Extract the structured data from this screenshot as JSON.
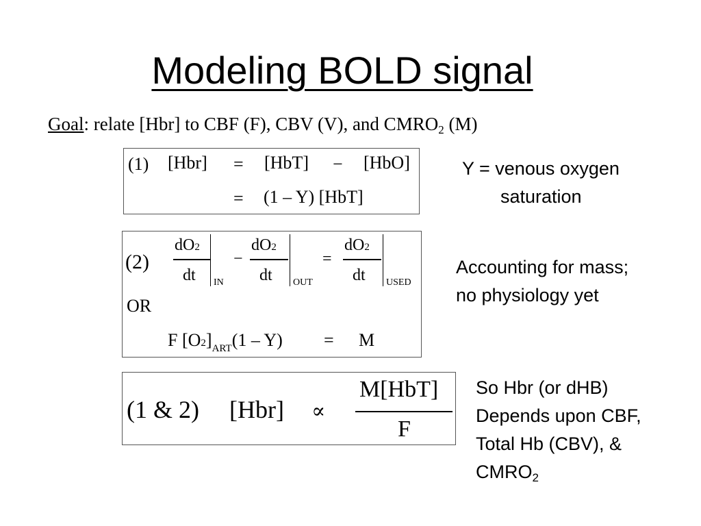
{
  "slide": {
    "title": "Modeling BOLD signal",
    "goal": {
      "label": "Goal",
      "text": ":  relate [Hbr] to CBF (F), CBV (V), and CMRO",
      "sub": "2",
      "tail": " (M)"
    },
    "eq1": {
      "number": "(1)",
      "row1": {
        "lhs": "[Hbr]",
        "eq": "=",
        "a": "[HbT]",
        "minus": "−",
        "b": "[HbO]"
      },
      "row2": {
        "eq": "=",
        "rhs": "(1 – Y) [HbT]"
      }
    },
    "eq2": {
      "number": "(2)",
      "num": "dO",
      "num_sub": "2",
      "den": "dt",
      "sub_in": "IN",
      "sub_out": "OUT",
      "sub_used": "USED",
      "minus": "−",
      "eq": "=",
      "or": "OR",
      "row2": {
        "f": "F",
        "o2": "[O",
        "o2_sub": "2",
        "close": "]",
        "art": "ART",
        "paren": "(1 – Y)",
        "eq": "=",
        "m": "M"
      }
    },
    "eq3": {
      "number": "(1 & 2)",
      "lhs": "[Hbr]",
      "prop": "∝",
      "num": "M[HbT]",
      "den": "F"
    },
    "notes": {
      "n1": {
        "line1": "Y = venous oxygen",
        "line2": "saturation"
      },
      "n2": {
        "line1": "Accounting for mass;",
        "line2": "no physiology yet"
      },
      "n3": {
        "line1": "So Hbr (or dHB)",
        "line2": "Depends upon CBF,",
        "line3": "Total Hb (CBV), &",
        "line4": "CMRO",
        "line4_sub": "2"
      }
    }
  }
}
